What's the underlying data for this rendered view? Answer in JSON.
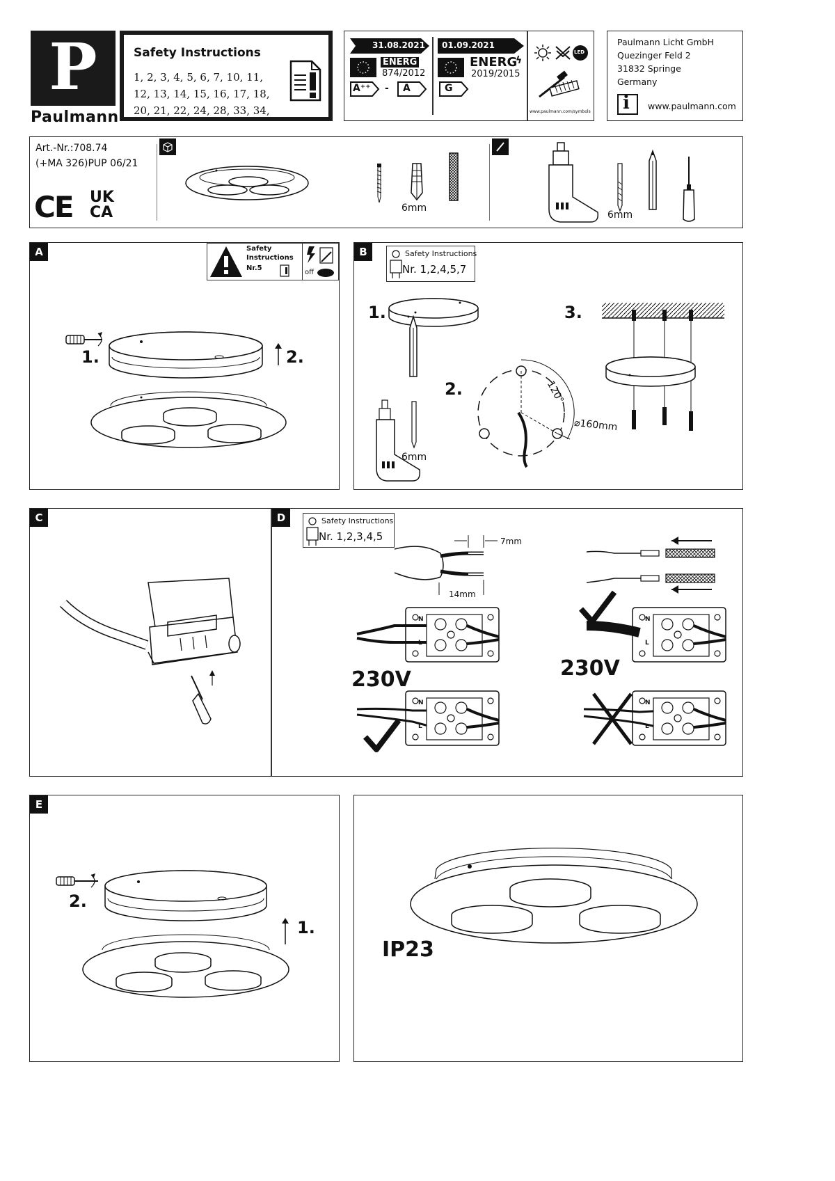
{
  "brand": {
    "letter": "P",
    "name": "Paulmann"
  },
  "safety_header": {
    "title": "Safety Instructions",
    "lines": [
      "1, 2, 3, 4, 5, 6, 7, 10, 11,",
      "12, 13, 14, 15, 16, 17, 18,",
      "20, 21, 22, 24, 28, 33, 34,"
    ]
  },
  "energy": {
    "date_old": "31.08.2021",
    "date_new": "01.09.2021",
    "reg_old": "874/2012",
    "reg_new": "2019/2015",
    "label_old": "ENERG",
    "label_new": "ENERG",
    "class_from": "A⁺⁺",
    "class_dash": "-",
    "class_to": "A",
    "class_new": "G",
    "led_label": "LED",
    "symbols_url": "www.paulmann.com/symbols"
  },
  "address": {
    "lines": [
      "Paulmann Licht GmbH",
      "Quezinger Feld 2",
      "31832 Springe",
      "Germany"
    ],
    "website": "www.paulmann.com",
    "info_glyph": "i"
  },
  "article": {
    "number": "Art.-Nr.:708.74",
    "code": "(+MA 326)PUP 06/21",
    "ce": "CE",
    "ukca_top": "UK",
    "ukca_bottom": "CA",
    "plug_size": "6mm",
    "drill_size": "6mm"
  },
  "step_a": {
    "letter": "A",
    "safety_title_1": "Safety",
    "safety_title_2": "Instructions",
    "safety_nr": "Nr.5",
    "off_label": "off",
    "num1": "1.",
    "num2": "2."
  },
  "step_b": {
    "letter": "B",
    "safety_title": "Safety Instructions",
    "safety_nr": "Nr. 1,2,4,5,7",
    "num1": "1.",
    "num2": "2.",
    "num3": "3.",
    "angle": "120°",
    "diameter": "⌀160mm",
    "drill_size": "6mm"
  },
  "step_c": {
    "letter": "C"
  },
  "step_d": {
    "letter": "D",
    "safety_title": "Safety Instructions",
    "safety_nr": "Nr. 1,2,3,4,5",
    "strip_short": "7mm",
    "strip_long": "14mm",
    "voltage_left": "230V",
    "voltage_right": "230V",
    "term_n": "N",
    "term_l": "L"
  },
  "step_e": {
    "letter": "E",
    "num1": "1.",
    "num2": "2."
  },
  "final": {
    "ip_rating": "IP23"
  }
}
